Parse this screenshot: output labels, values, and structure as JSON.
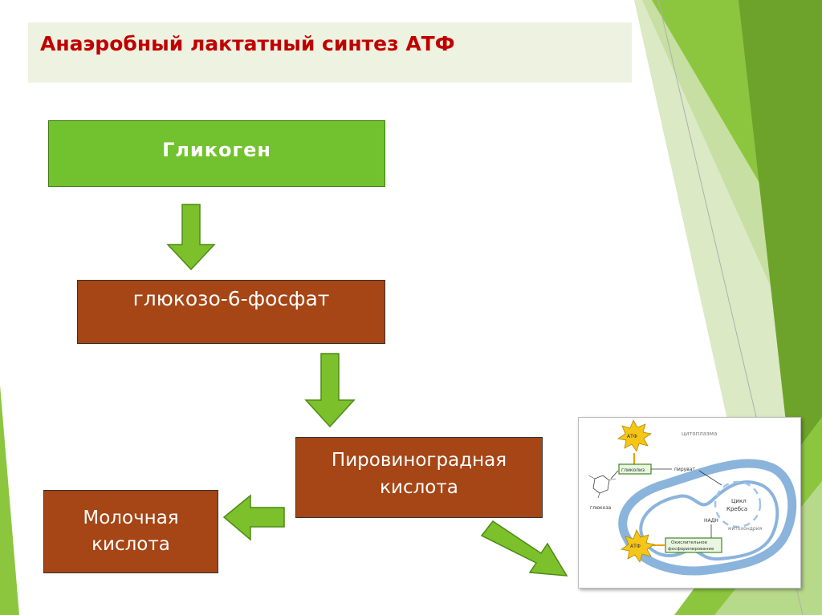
{
  "slide": {
    "title": "Анаэробный лактатный синтез АТФ"
  },
  "diagram": {
    "glycogen": "Гликоген",
    "glucose_6_phosphate": "глюкозо-6-фосфат",
    "pyruvic_acid_line1": "Пировиноградная",
    "pyruvic_acid_line2": "кислота",
    "lactic_acid_line1": "Молочная",
    "lactic_acid_line2": "кислота"
  },
  "mitochondria_figure": {
    "cytoplasm": "цитоплазма",
    "atp_top": "АТФ",
    "glucose_label": "глюкоза",
    "glycolysis": "гликолиз",
    "pyruvate": "пируват",
    "krebs_line1": "Цикл",
    "krebs_line2": "Кребса",
    "nadh": "НАДН",
    "mitochondrion": "митохондрия",
    "oxidative_line1": "Окислительное",
    "oxidative_line2": "фосфорилирование",
    "atp_bottom": "АТФ"
  },
  "colors": {
    "title_text": "#c00000",
    "green_box": "#72c12e",
    "brown_box": "#a64515",
    "arrow_fill": "#7cc02c",
    "arrow_stroke": "#4d8a14",
    "deco_green": "#8cc63f",
    "mito_blue": "#8bb4dc"
  }
}
